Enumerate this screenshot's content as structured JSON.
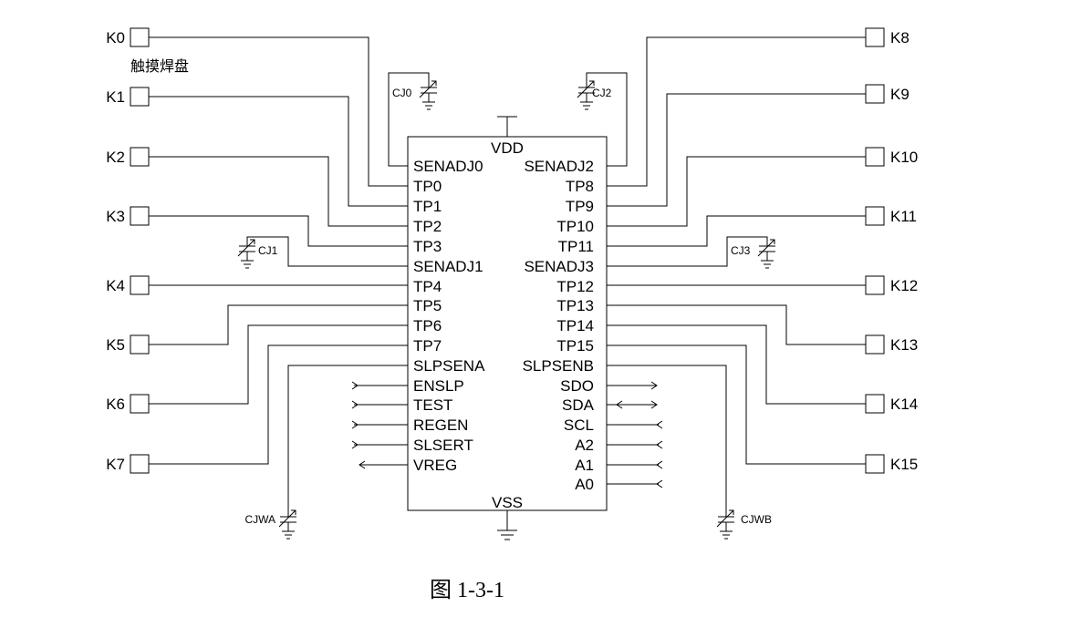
{
  "touch_pad_note": "触摸焊盘",
  "figure_caption": "图  1-3-1",
  "chip": {
    "vdd": "VDD",
    "vss": "VSS",
    "left_pins": [
      "SENADJ0",
      "TP0",
      "TP1",
      "TP2",
      "TP3",
      "SENADJ1",
      "TP4",
      "TP5",
      "TP6",
      "TP7",
      "SLPSENA",
      "ENSLP",
      "TEST",
      "REGEN",
      "SLSERT",
      "VREG"
    ],
    "right_pins": [
      "SENADJ2",
      "TP8",
      "TP9",
      "TP10",
      "TP11",
      "SENADJ3",
      "TP12",
      "TP13",
      "TP14",
      "TP15",
      "SLPSENB",
      "SDO",
      "SDA",
      "SCL",
      "A2",
      "A1",
      "A0"
    ]
  },
  "left_keys": [
    "K0",
    "K1",
    "K2",
    "K3",
    "K4",
    "K5",
    "K6",
    "K7"
  ],
  "right_keys": [
    "K8",
    "K9",
    "K10",
    "K11",
    "K12",
    "K13",
    "K14",
    "K15"
  ],
  "capacitors": [
    "CJ0",
    "CJ1",
    "CJ2",
    "CJ3",
    "CJWA",
    "CJWB"
  ]
}
